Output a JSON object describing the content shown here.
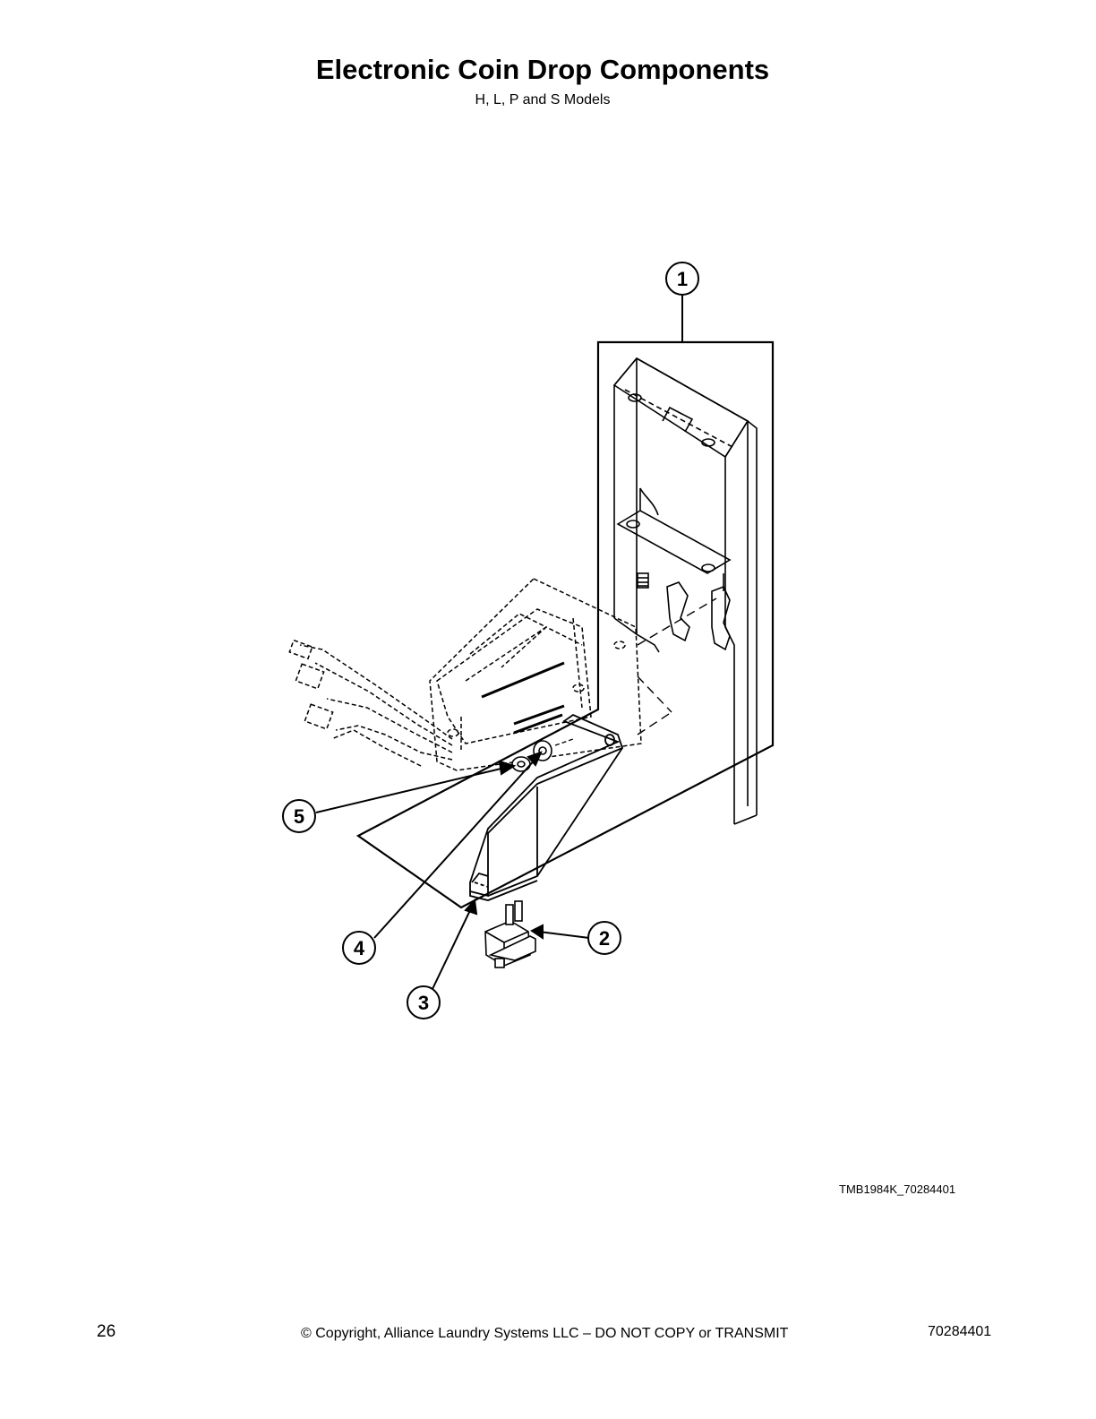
{
  "header": {
    "title": "Electronic Coin Drop Components",
    "subtitle": "H, L, P and S Models"
  },
  "diagram": {
    "callouts": [
      {
        "id": "callout-1",
        "label": "1"
      },
      {
        "id": "callout-2",
        "label": "2"
      },
      {
        "id": "callout-3",
        "label": "3"
      },
      {
        "id": "callout-4",
        "label": "4"
      },
      {
        "id": "callout-5",
        "label": "5"
      }
    ],
    "figure_code": "TMB1984K_70284401"
  },
  "footer": {
    "page_number": "26",
    "copyright": "© Copyright, Alliance Laundry Systems LLC – DO NOT COPY or TRANSMIT",
    "doc_number": "70284401"
  }
}
